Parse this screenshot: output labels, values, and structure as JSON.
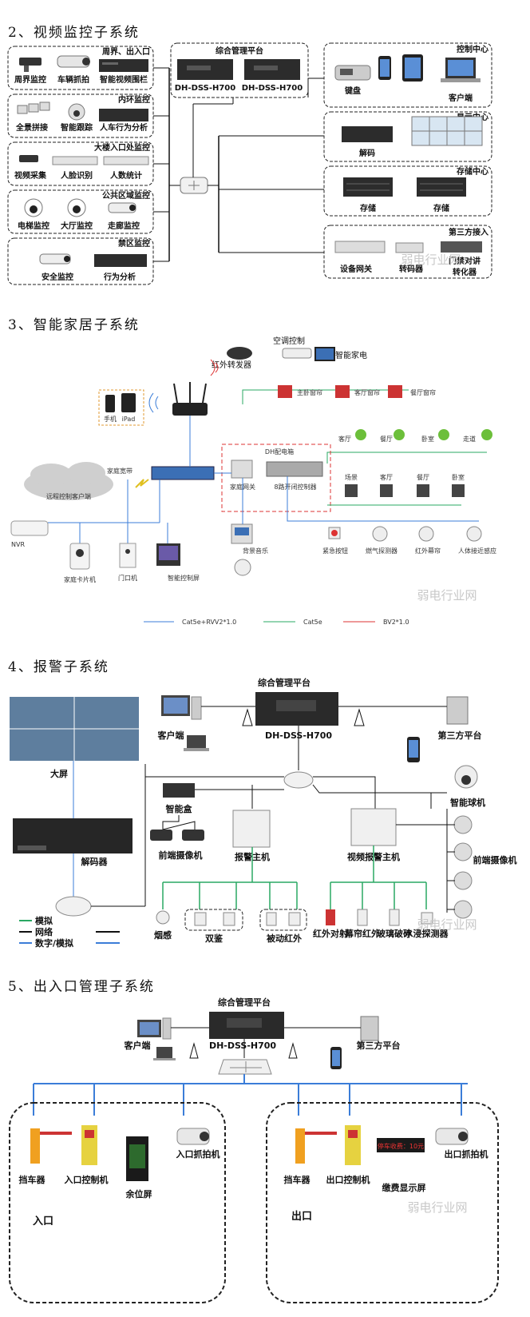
{
  "sections": {
    "video": {
      "title": "2、视频监控子系统",
      "groups": [
        {
          "header": "周界、出入口",
          "items": [
            "周界监控",
            "车辆抓拍",
            "智能视频围栏"
          ]
        },
        {
          "header": "内环监控",
          "items": [
            "全景拼接",
            "智能跟踪",
            "人车行为分析"
          ]
        },
        {
          "header": "大楼入口处监控",
          "items": [
            "视频采集",
            "人脸识别",
            "人数统计"
          ]
        },
        {
          "header": "公共区域监控",
          "items": [
            "电梯监控",
            "大厅监控",
            "走廊监控"
          ]
        },
        {
          "header": "禁区监控",
          "items": [
            "安全监控",
            "行为分析"
          ]
        }
      ],
      "platform": {
        "title": "综合管理平台",
        "servers": [
          "DH-DSS-H700",
          "DH-DSS-H700"
        ]
      },
      "right_groups": [
        {
          "header": "控制中心",
          "items": [
            "键盘",
            "客户端"
          ]
        },
        {
          "header": "显示中心",
          "items": [
            "解码"
          ]
        },
        {
          "header": "存储中心",
          "items": [
            "存储",
            "存储"
          ]
        },
        {
          "header": "第三方接入",
          "items": [
            "设备网关",
            "转码器",
            "门禁对讲",
            "转化器"
          ]
        }
      ],
      "watermark": "弱电行业网"
    },
    "home": {
      "title": "3、智能家居子系统",
      "ir": "红外转发器",
      "ac": "空调控制",
      "appliance": "智能家电",
      "mobile": [
        "手机",
        "iPad"
      ],
      "curtains": [
        "主卧窗帘",
        "客厅窗帘",
        "餐厅窗帘"
      ],
      "lights": [
        "客厅",
        "餐厅",
        "卧室",
        "走道"
      ],
      "cloud": "远程控制客户端",
      "broadband": "家庭宽带",
      "box_label": "DH配电箱",
      "gateway": "家庭网关",
      "switch_ctrl": "8路开闭控制器",
      "panels": [
        "场景",
        "客厅",
        "餐厅",
        "卧室"
      ],
      "music": "背景音乐",
      "sensors": [
        "紧急按钮",
        "燃气探测器",
        "红外幕帘",
        "人体接近感应"
      ],
      "nvr": "NVR",
      "cameras": [
        "家庭卡片机",
        "门口机",
        "智能控制屏"
      ],
      "legend": [
        "Cat5e+RVV2*1.0",
        "Cat5e",
        "BV2*1.0"
      ],
      "legend_colors": [
        "#3b7dd8",
        "#2aa863",
        "#d33"
      ],
      "watermark": "弱电行业网"
    },
    "alarm": {
      "title": "4、报警子系统",
      "platform": "综合管理平台",
      "server": "DH-DSS-H700",
      "client": "客户端",
      "third": "第三方平台",
      "screen": "大屏",
      "decoder": "解码器",
      "smartbox": "智能盒",
      "front_cam": "前端摄像机",
      "host": "报警主机",
      "video_host": "视频报警主机",
      "dome": "智能球机",
      "right_cam": "前端摄像机",
      "sensors_left": [
        "烟感",
        "双鉴",
        "被动红外"
      ],
      "sensors_right": [
        "红外对射",
        "幕帘红外",
        "玻璃破碎",
        "水浸探测器"
      ],
      "legend": [
        "模拟",
        "网络",
        "数字/模拟"
      ],
      "legend_colors": [
        "#2aa863",
        "#111",
        "#3b7dd8"
      ],
      "watermark": "弱电行业网"
    },
    "parking": {
      "title": "5、出入口管理子系统",
      "platform": "综合管理平台",
      "server": "DH-DSS-H700",
      "client": "客户端",
      "third": "第三方平台",
      "entry_devices": [
        "挡车器",
        "入口控制机",
        "余位屏",
        "入口抓拍机"
      ],
      "exit_devices": [
        "挡车器",
        "出口控制机",
        "缴费显示屏",
        "出口抓拍机"
      ],
      "entry": "入口",
      "exit": "出口",
      "fee_text": "停车收费：10元",
      "watermark": "弱电行业网"
    }
  }
}
